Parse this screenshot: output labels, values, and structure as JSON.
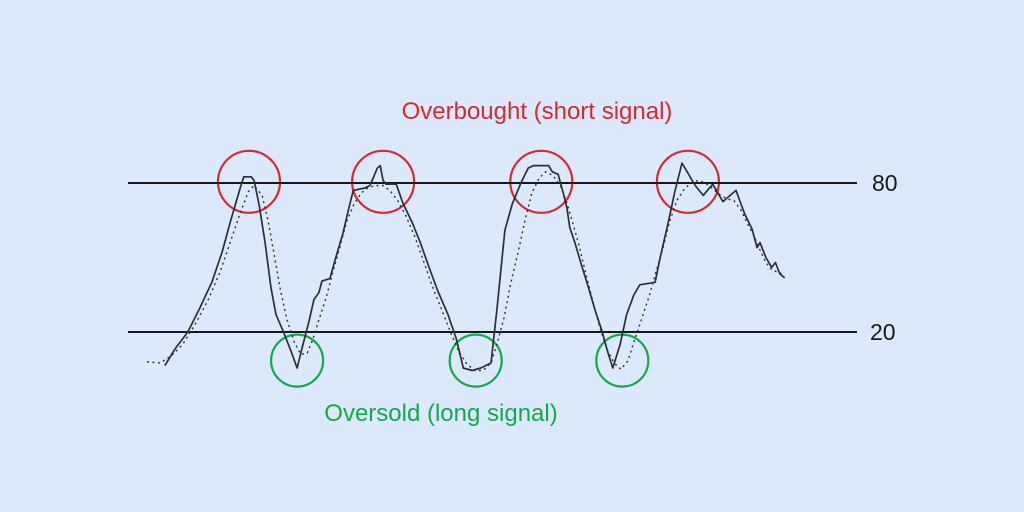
{
  "chart_data": {
    "type": "line",
    "legend_position": "none",
    "grid": "off",
    "y_axis": {
      "side": "right",
      "tick_labels": [
        "80",
        "20"
      ],
      "implied_range": [
        0,
        100
      ]
    },
    "levels": [
      {
        "value": 80,
        "label": "80",
        "role": "overbought-threshold"
      },
      {
        "value": 20,
        "label": "20",
        "role": "oversold-threshold"
      }
    ],
    "annotations": {
      "overbought": {
        "text": "Overbought (short signal)",
        "color": "#d42a30"
      },
      "oversold": {
        "text": "Oversold (long signal)",
        "color": "#15a84c"
      },
      "overbought_circles": {
        "t_centers": [
          16.6,
          35.0,
          56.7,
          76.8
        ],
        "value_center": 80.5,
        "color": "#d42a30"
      },
      "oversold_circles": {
        "t_centers": [
          23.2,
          47.7,
          67.8
        ],
        "value_center": 8.5,
        "color": "#15a84c"
      }
    },
    "series": [
      {
        "name": "indicator-fast-line",
        "style": "solid",
        "points": [
          [
            5.1,
            6.7
          ],
          [
            6.4,
            13
          ],
          [
            8.2,
            20
          ],
          [
            9.9,
            30
          ],
          [
            11.5,
            40
          ],
          [
            12.9,
            52
          ],
          [
            14,
            64
          ],
          [
            15,
            74
          ],
          [
            15.6,
            80
          ],
          [
            15.9,
            82.5
          ],
          [
            16.9,
            82.5
          ],
          [
            17.3,
            81
          ],
          [
            18,
            71
          ],
          [
            18.8,
            56
          ],
          [
            19.6,
            38
          ],
          [
            20.3,
            27
          ],
          [
            21.4,
            19.5
          ],
          [
            22.4,
            12
          ],
          [
            23.2,
            5.5
          ],
          [
            24,
            15
          ],
          [
            24.8,
            24
          ],
          [
            25.5,
            33
          ],
          [
            26.2,
            36
          ],
          [
            26.6,
            40.5
          ],
          [
            27.7,
            41.5
          ],
          [
            28.5,
            50
          ],
          [
            29.5,
            60
          ],
          [
            30.3,
            70
          ],
          [
            30.9,
            77
          ],
          [
            32.5,
            78
          ],
          [
            33.2,
            79
          ],
          [
            34.2,
            86
          ],
          [
            34.6,
            87
          ],
          [
            35,
            81
          ],
          [
            35.4,
            79.5
          ],
          [
            36.8,
            79.5
          ],
          [
            37.7,
            72
          ],
          [
            39,
            64
          ],
          [
            40.1,
            56
          ],
          [
            41.3,
            46
          ],
          [
            42.5,
            36.5
          ],
          [
            43.9,
            27
          ],
          [
            45,
            17.5
          ],
          [
            46,
            5.5
          ],
          [
            47.2,
            4.5
          ],
          [
            48.4,
            5.5
          ],
          [
            49.8,
            7.5
          ],
          [
            50.6,
            29
          ],
          [
            51.7,
            61
          ],
          [
            52.7,
            71.5
          ],
          [
            53.9,
            80
          ],
          [
            54.9,
            86
          ],
          [
            55.6,
            87
          ],
          [
            57.7,
            87
          ],
          [
            58.2,
            84.5
          ],
          [
            59,
            83.5
          ],
          [
            59.7,
            76
          ],
          [
            60.2,
            70
          ],
          [
            60.6,
            62
          ],
          [
            61.3,
            56
          ],
          [
            62.1,
            48
          ],
          [
            63.1,
            38.5
          ],
          [
            64.1,
            28.5
          ],
          [
            65,
            20.5
          ],
          [
            65.8,
            12
          ],
          [
            66.5,
            5.5
          ],
          [
            67.5,
            15
          ],
          [
            68.4,
            27
          ],
          [
            69.4,
            35
          ],
          [
            70.2,
            39
          ],
          [
            72.3,
            40
          ],
          [
            73,
            50
          ],
          [
            74.1,
            64
          ],
          [
            75,
            76.5
          ],
          [
            76,
            88
          ],
          [
            77.8,
            79
          ],
          [
            78.9,
            75
          ],
          [
            80.2,
            79.5
          ],
          [
            81.6,
            72.5
          ],
          [
            83.4,
            77
          ],
          [
            84.6,
            67.5
          ],
          [
            85.6,
            61.5
          ],
          [
            86.3,
            54
          ],
          [
            86.7,
            56
          ],
          [
            87.5,
            50
          ],
          [
            88.3,
            46
          ],
          [
            88.8,
            48
          ],
          [
            89.4,
            43.5
          ],
          [
            90,
            42
          ]
        ]
      },
      {
        "name": "signal-slow-line",
        "style": "dotted",
        "points": [
          [
            2.6,
            8
          ],
          [
            4.4,
            7.5
          ],
          [
            6,
            10.5
          ],
          [
            7.5,
            15
          ],
          [
            9.3,
            23.5
          ],
          [
            11,
            33
          ],
          [
            12.6,
            44
          ],
          [
            14,
            56
          ],
          [
            15.4,
            68
          ],
          [
            16.5,
            76.5
          ],
          [
            17.3,
            79
          ],
          [
            18.4,
            75
          ],
          [
            19.2,
            65
          ],
          [
            20,
            52
          ],
          [
            20.9,
            37
          ],
          [
            21.8,
            25
          ],
          [
            22.8,
            16
          ],
          [
            23.7,
            11
          ],
          [
            24.6,
            11.5
          ],
          [
            25.4,
            17.5
          ],
          [
            26.2,
            25
          ],
          [
            27.2,
            34
          ],
          [
            28.1,
            44
          ],
          [
            29.1,
            54.5
          ],
          [
            30,
            64.5
          ],
          [
            31,
            71.5
          ],
          [
            32,
            76
          ],
          [
            32.9,
            78
          ],
          [
            33.9,
            79
          ],
          [
            35,
            79
          ],
          [
            35.9,
            77
          ],
          [
            37,
            73
          ],
          [
            38.1,
            67
          ],
          [
            39.4,
            58
          ],
          [
            40.6,
            48
          ],
          [
            41.8,
            38
          ],
          [
            43.1,
            28.5
          ],
          [
            44.3,
            19.5
          ],
          [
            45.4,
            12
          ],
          [
            46.5,
            7
          ],
          [
            47.6,
            4.5
          ],
          [
            48.7,
            4.5
          ],
          [
            49.8,
            7.5
          ],
          [
            50.6,
            15
          ],
          [
            51.6,
            26
          ],
          [
            52.5,
            39.5
          ],
          [
            53.5,
            52
          ],
          [
            54.5,
            65.5
          ],
          [
            55.4,
            76
          ],
          [
            56.4,
            82
          ],
          [
            57.3,
            84.5
          ],
          [
            58.3,
            83
          ],
          [
            59.3,
            79
          ],
          [
            60.1,
            73
          ],
          [
            60.9,
            65
          ],
          [
            61.9,
            54.5
          ],
          [
            62.8,
            43.5
          ],
          [
            63.8,
            32
          ],
          [
            64.7,
            22
          ],
          [
            65.7,
            13
          ],
          [
            66.7,
            7.5
          ],
          [
            67.6,
            5
          ],
          [
            68.6,
            8.5
          ],
          [
            69.5,
            17
          ],
          [
            70.5,
            25.5
          ],
          [
            71.5,
            34.5
          ],
          [
            72.4,
            44
          ],
          [
            73.4,
            54
          ],
          [
            74.3,
            64.5
          ],
          [
            75.3,
            73
          ],
          [
            76.3,
            77.5
          ],
          [
            77.2,
            80
          ],
          [
            78.2,
            81
          ],
          [
            79.2,
            80
          ],
          [
            80.1,
            78
          ],
          [
            81.1,
            75.5
          ],
          [
            82.2,
            73.5
          ],
          [
            83.1,
            73
          ],
          [
            84.1,
            69
          ],
          [
            85,
            63.5
          ],
          [
            85.9,
            58.5
          ],
          [
            86.7,
            53
          ],
          [
            87.5,
            48
          ],
          [
            88.3,
            45
          ],
          [
            89.2,
            44
          ],
          [
            90.1,
            43
          ]
        ]
      }
    ],
    "colors": {
      "background": "#dbe9fb",
      "line": "#2b3036",
      "level_line": "#15181c",
      "overbought_red": "#d42a30",
      "oversold_green": "#15a84c"
    }
  }
}
